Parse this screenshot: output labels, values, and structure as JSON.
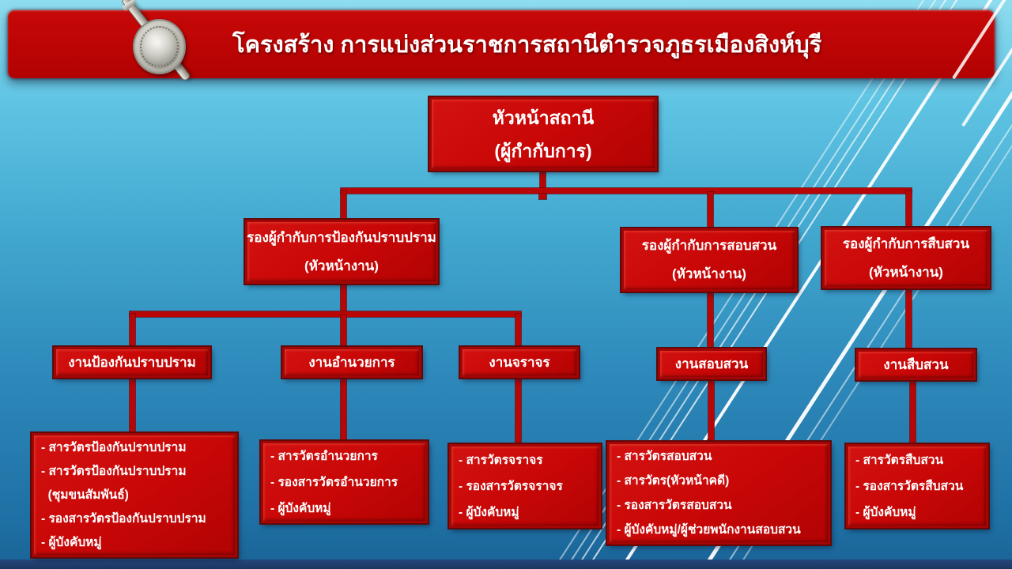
{
  "header": {
    "title": "โครงสร้าง การแบ่งส่วนราชการสถานีตำรวจภูธรเมืองสิงห์บุรี",
    "emblem_icon": "thai-police-emblem"
  },
  "chart": {
    "root": {
      "title": "หัวหน้าสถานี",
      "subtitle": "(ผู้กำกับการ)"
    },
    "deputies": [
      {
        "title": "รองผู้กำกับการป้องกันปราบปราม",
        "subtitle": "(หัวหน้างาน)"
      },
      {
        "title": "รองผู้กำกับการสอบสวน",
        "subtitle": "(หัวหน้างาน)"
      },
      {
        "title": "รองผู้กำกับการสืบสวน",
        "subtitle": "(หัวหน้างาน)"
      }
    ],
    "units": [
      {
        "label": "งานป้องกันปราบปราม",
        "staff": [
          "- สารวัตรป้องกันปราบปราม",
          "- สารวัตรป้องกันปราบปราม",
          "  (ชุมขนสัมพันธ์)",
          "- รองสารวัตรป้องกันปราบปราม",
          "- ผู้บังคับหมู่"
        ]
      },
      {
        "label": "งานอำนวยการ",
        "staff": [
          "- สารวัตรอำนวยการ",
          "- รองสารวัตรอำนวยการ",
          "- ผู้บังคับหมู่"
        ]
      },
      {
        "label": "งานจราจร",
        "staff": [
          "- สารวัตรจราจร",
          "- รองสารวัตรจราจร",
          "- ผู้บังคับหมู่"
        ]
      },
      {
        "label": "งานสอบสวน",
        "staff": [
          "- สารวัตรสอบสวน",
          "- สารวัตร(หัวหน้าคดี)",
          "- รองสารวัตรสอบสวน",
          "- ผู้บังคับหมู่/ผู้ช่วยพนักงานสอบสวน"
        ]
      },
      {
        "label": "งานสืบสวน",
        "staff": [
          "- สารวัตรสืบสวน",
          "- รองสารวัตรสืบสวน",
          "- ผู้บังคับหมู่"
        ]
      }
    ]
  },
  "colors": {
    "banner_red": "#BC0404",
    "box_red": "#C90707",
    "box_border_dark": "#5F0A0A",
    "connector_red": "#B80606",
    "bg_top": "#8FDCEF",
    "bg_bottom": "#1A6396",
    "footer_navy": "#1D3660",
    "text_white": "#FFFFFF"
  }
}
